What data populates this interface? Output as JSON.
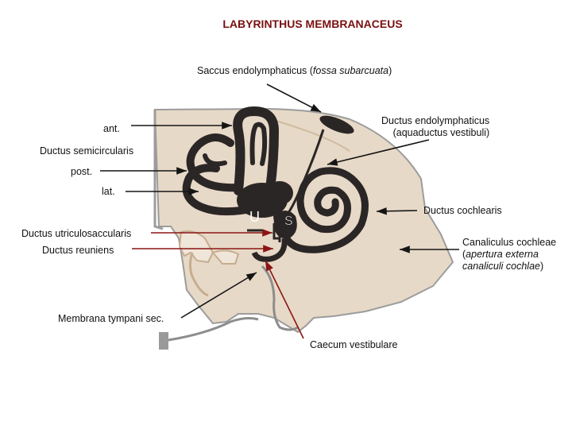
{
  "title": "LABYRINTHUS MEMBRANACEUS",
  "labels": {
    "saccus_main": "Saccus endolymphaticus (",
    "saccus_italic": "fossa subarcuata",
    "saccus_close": ")",
    "ductus_endo_line1": "Ductus endolymphaticus",
    "ductus_endo_line2": "(aquaductus vestibuli)",
    "ant": "ant.",
    "ductus_semicircularis": "Ductus semicircularis",
    "post": "post.",
    "lat": "lat.",
    "ductus_cochlearis": "Ductus cochlearis",
    "ductus_utriculosaccularis": "Ductus utriculosaccularis",
    "ductus_reuniens": "Ductus reuniens",
    "canaliculus_line1": "Canaliculus cochleae",
    "canaliculus_line2_open": "(",
    "canaliculus_line2_italic": "apertura externa",
    "canaliculus_line3_italic": "canaliculi cochlae",
    "canaliculus_line3_close": ")",
    "membrana": "Membrana tympani sec.",
    "caecum": "Caecum vestibulare",
    "u_letter": "U",
    "s_letter": "S"
  },
  "colors": {
    "bone": "#e7d9c7",
    "bone_dark": "#d8c2a6",
    "membrane": "#2b2626",
    "title": "#7a1010",
    "arrow_red": "#8b1515",
    "arrow_dark": "#151515",
    "grey_outline": "#8d8d8d"
  }
}
